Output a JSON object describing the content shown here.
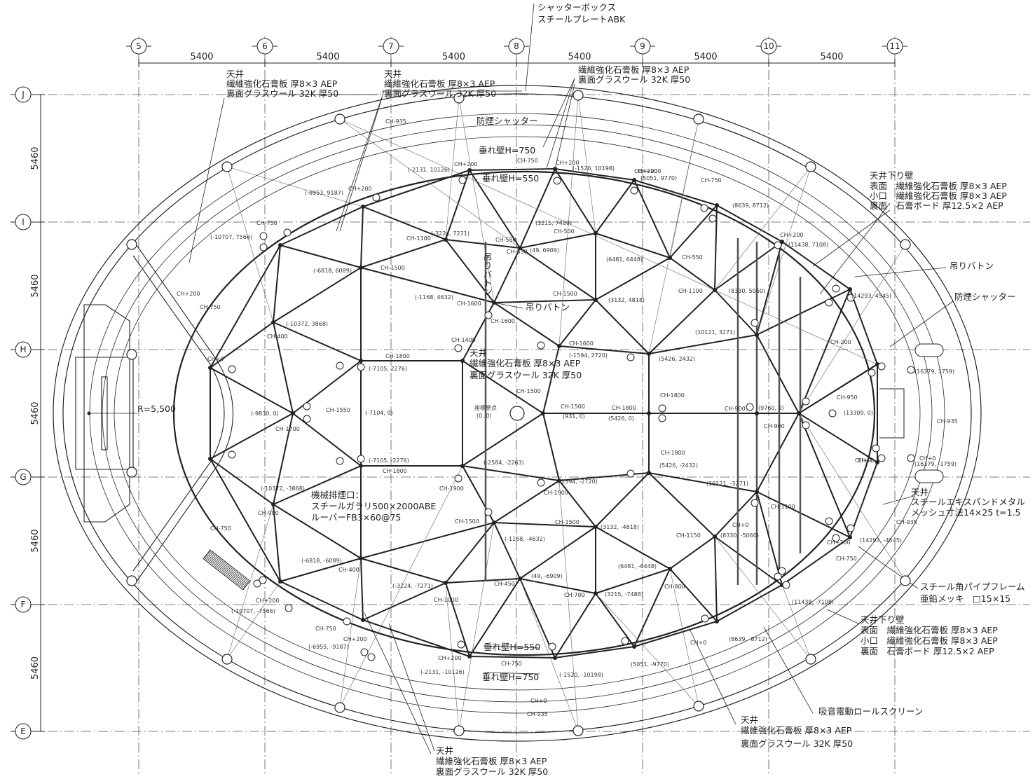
{
  "grid": {
    "columns": [
      "5",
      "6",
      "7",
      "8",
      "9",
      "10",
      "11"
    ],
    "rows": [
      "J",
      "I",
      "H",
      "G",
      "F",
      "E"
    ]
  },
  "dimensions": {
    "top": [
      "5400",
      "5400",
      "5400",
      "5400",
      "5400",
      "5400"
    ],
    "left": [
      "5460",
      "5460",
      "5460",
      "5460",
      "5460"
    ]
  },
  "radius_label": "R=5,500",
  "origin_label": [
    "座標原点",
    "(0, 0)"
  ],
  "callouts": {
    "shutter_box": [
      "シャッターボックス",
      "スチールプレートABK"
    ],
    "ceiling_top_left": [
      "天井",
      "繊維強化石膏板 厚8×3 AEP",
      "裏面グラスウール 32K 厚50"
    ],
    "ceiling_top_mid": [
      "天井",
      "繊維強化石膏板 厚8×3 AEP",
      "裏面グラスウール 32K 厚50"
    ],
    "board_top_right": [
      "繊維強化石膏板 厚8×3 AEP",
      "裏面グラスウール 32K 厚50"
    ],
    "smoke_shutter_top": "防煙シャッター",
    "hanging_wall_750_top": "垂れ壁H=750",
    "hanging_wall_550_top": "垂れ壁H=550",
    "ceiling_drop_wall_top": [
      "天井下り壁",
      "表面　繊維強化石膏板 厚8×3 AEP",
      "小口　繊維強化石膏板 厚8×3 AEP",
      "裏面　石膏ボード 厚12.5×2 AEP"
    ],
    "batten_right": "吊りバトン",
    "smoke_shutter_right": "防煙シャッター",
    "batten_center": "吊りバトン",
    "batten_vertical": "吊りバトン",
    "ceiling_center": [
      "天井",
      "繊維強化石膏板 厚8×3 AEP",
      "裏面グラスウール 32K 厚50"
    ],
    "exhaust": [
      "機械排煙口：",
      "スチールガラリ500×2000ABE",
      "ルーバーFB3×60@75"
    ],
    "ceiling_expanded": [
      "天井",
      "スチールエキスパンドメタル",
      "メッシュ寸法14×25 t=1.5"
    ],
    "steel_frame": [
      "スチール角パイプフレーム",
      "亜鉛メッキ　□15×15"
    ],
    "ceiling_drop_wall_bottom": [
      "天井下り壁",
      "表面　繊維強化石膏板 厚8×3 AEP",
      "小口　繊維強化石膏板 厚8×3 AEP",
      "裏面　石膏ボード 厚12.5×2 AEP"
    ],
    "hanging_wall_550_bottom": "垂れ壁H=550",
    "hanging_wall_750_bottom": "垂れ壁H=750",
    "roll_screen": "吸音電動ロールスクリーン",
    "ceiling_bottom_right": [
      "天井",
      "繊維強化石膏板 厚8×3 AEP",
      "裏面グラスウール 32K 厚50"
    ],
    "ceiling_bottom_left": [
      "天井",
      "繊維強化石膏板 厚8×3 AEP",
      "裏面グラスウール 32K 厚50"
    ]
  },
  "ch_labels": [
    "CH-935",
    "CH+200",
    "CH-750",
    "CH+200",
    "CH+200",
    "CH-750",
    "CH+200",
    "CH-750",
    "CH+200",
    "CH+200",
    "CH-1100",
    "CH-550",
    "CH-550",
    "CH-500",
    "CH-1500",
    "CH-550",
    "CH-1100",
    "CH-1600",
    "CH-1500",
    "CH-1600",
    "CH-750",
    "CH+200",
    "CH-400",
    "CH+0",
    "CH-1800",
    "CH-1400",
    "CH-1600",
    "CH-200",
    "CH-1500",
    "CH-1550",
    "CH-1700",
    "CH-1500",
    "CH-1800",
    "CH-900",
    "CH-900",
    "CH-950",
    "CH-935",
    "CH-1800",
    "CH+0",
    "CH-1800",
    "CH-1900",
    "CH-1900",
    "CH-900",
    "CH-1800",
    "CH-1100",
    "CH-1500",
    "CH-1500",
    "CH-1150",
    "CH+0",
    "CH-400",
    "CH-450",
    "CH-700",
    "CH-800",
    "CH-1000",
    "CH-750",
    "CH+200",
    "CH-750",
    "CH+200",
    "CH+200",
    "CH-750",
    "CH+0",
    "CH-750",
    "CH-935",
    "CH+200",
    "CH+0",
    "CH-935",
    "CH+0",
    "CH+0"
  ],
  "coord_labels": [
    "(-2131, 10126)",
    "(-1520, 10198)",
    "(-6953, 9187)",
    "(5051, 9770)",
    "(8639, 8712)",
    "(-10707, 7566)",
    "(-3224, 7271)",
    "(3215, 7488)",
    "(49, 6909)",
    "(11438, 7108)",
    "(-6818, 6089)",
    "(6481, 6448)",
    "(-1168, 4632)",
    "(3132, 4818)",
    "(8330, 5060)",
    "(14293, 4545)",
    "(-10372, 3868)",
    "(10121, 3271)",
    "(-1594, 2720)",
    "(5426, 2432)",
    "(-7105, 2276)",
    "(16379, 1759)",
    "(-9830, 0)",
    "(-7104, 0)",
    "(931, 0)",
    "(5426, 0)",
    "(9760, 0)",
    "(13309, 0)",
    "(-7105, -2276)",
    "(-2584, -2263)",
    "(5426, -2432)",
    "(16379, -1759)",
    "(-10372, -3868)",
    "(-1594, -2720)",
    "(10121, -3271)",
    "(3132, -4818)",
    "(-1168, -4632)",
    "(8330, -5060)",
    "(14293, -4545)",
    "(-6818, -6089)",
    "(6481, -6448)",
    "(-3224, -7271)",
    "(49, -6909)",
    "(3215, -7488)",
    "(11438, -7108)",
    "(-10707, -7566)",
    "(8639, -8712)",
    "(-6955, -9187)",
    "(5051, -9770)",
    "(-2131, -10126)",
    "(-1520, -10198)"
  ]
}
